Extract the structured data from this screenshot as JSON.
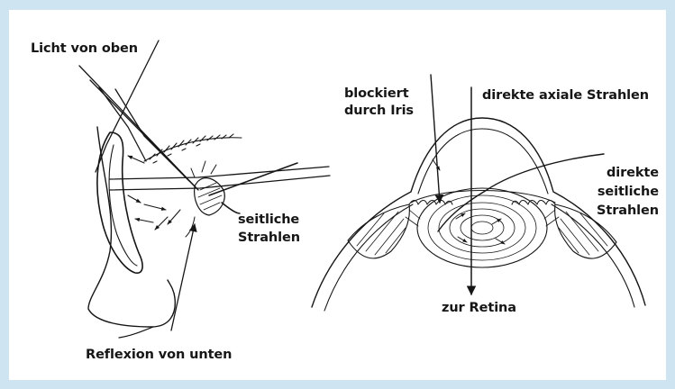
{
  "labels": {
    "licht_von_oben": "Licht von oben",
    "reflexion_von_unten": "Reflexion von unten",
    "seitliche_strahlen_1": "seitliche",
    "seitliche_strahlen_2": "Strahlen",
    "blockiert_1": "blockiert",
    "blockiert_2": "durch Iris",
    "direkte_axiale_strahlen": "direkte axiale Strahlen",
    "direkte_seitliche_1": "direkte",
    "direkte_seitliche_2": "seitliche",
    "direkte_seitliche_3": "Strahlen",
    "zur_retina": "zur Retina"
  },
  "colors": {
    "background": "#cfe4f1",
    "panel": "#ffffff",
    "ink": "#161616"
  }
}
